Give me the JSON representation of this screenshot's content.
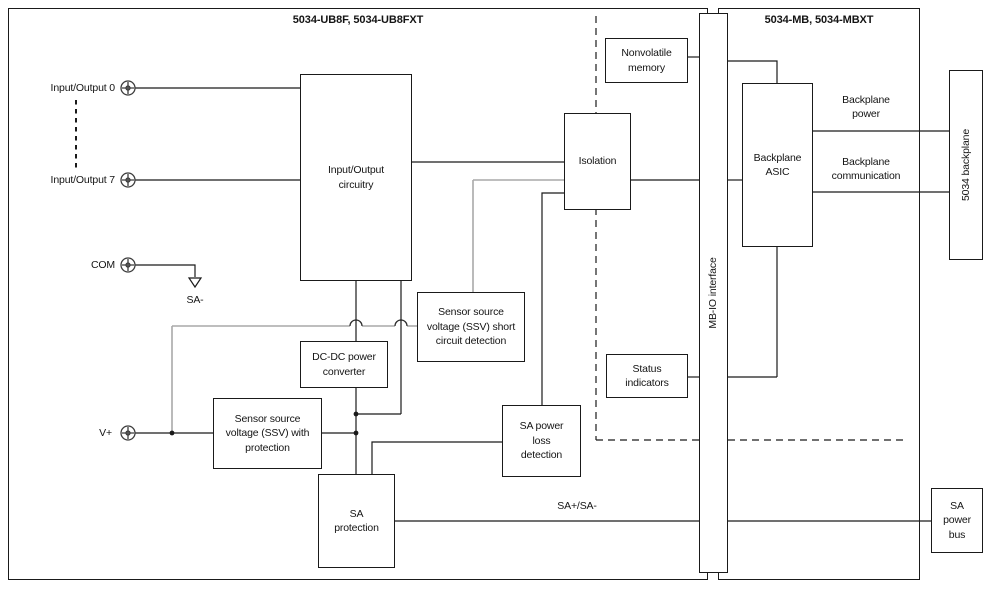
{
  "titles": {
    "left": "5034-UB8F, 5034-UB8FXT",
    "right": "5034-MB, 5034-MBXT"
  },
  "terminals": {
    "io0": "Input/Output 0",
    "io7": "Input/Output 7",
    "com": "COM",
    "vplus": "V+",
    "sa_minus": "SA-"
  },
  "blocks": {
    "io_circuitry": "Input/Output\ncircuitry",
    "isolation": "Isolation",
    "nonvolatile_memory": "Nonvolatile\nmemory",
    "backplane_asic": "Backplane\nASIC",
    "mb_io_interface": "MB-IO interface",
    "status_indicators": "Status\nindicators",
    "ssv_short_circuit": "Sensor source\nvoltage (SSV) short\ncircuit detection",
    "dc_dc_converter": "DC-DC power\nconverter",
    "ssv_with_protection": "Sensor source\nvoltage (SSV) with\nprotection",
    "sa_power_loss": "SA power\nloss\ndetection",
    "sa_protection": "SA\nprotection",
    "sa_power_bus": "SA\npower\nbus",
    "backplane_5034": "5034 backplane"
  },
  "wire_labels": {
    "backplane_power": "Backplane\npower",
    "backplane_communication": "Backplane\ncommunication",
    "sa_bus": "SA+/SA-"
  },
  "colors": {
    "line": "#1a1a1a",
    "gray_line": "#a9a9a9",
    "background": "#ffffff"
  }
}
